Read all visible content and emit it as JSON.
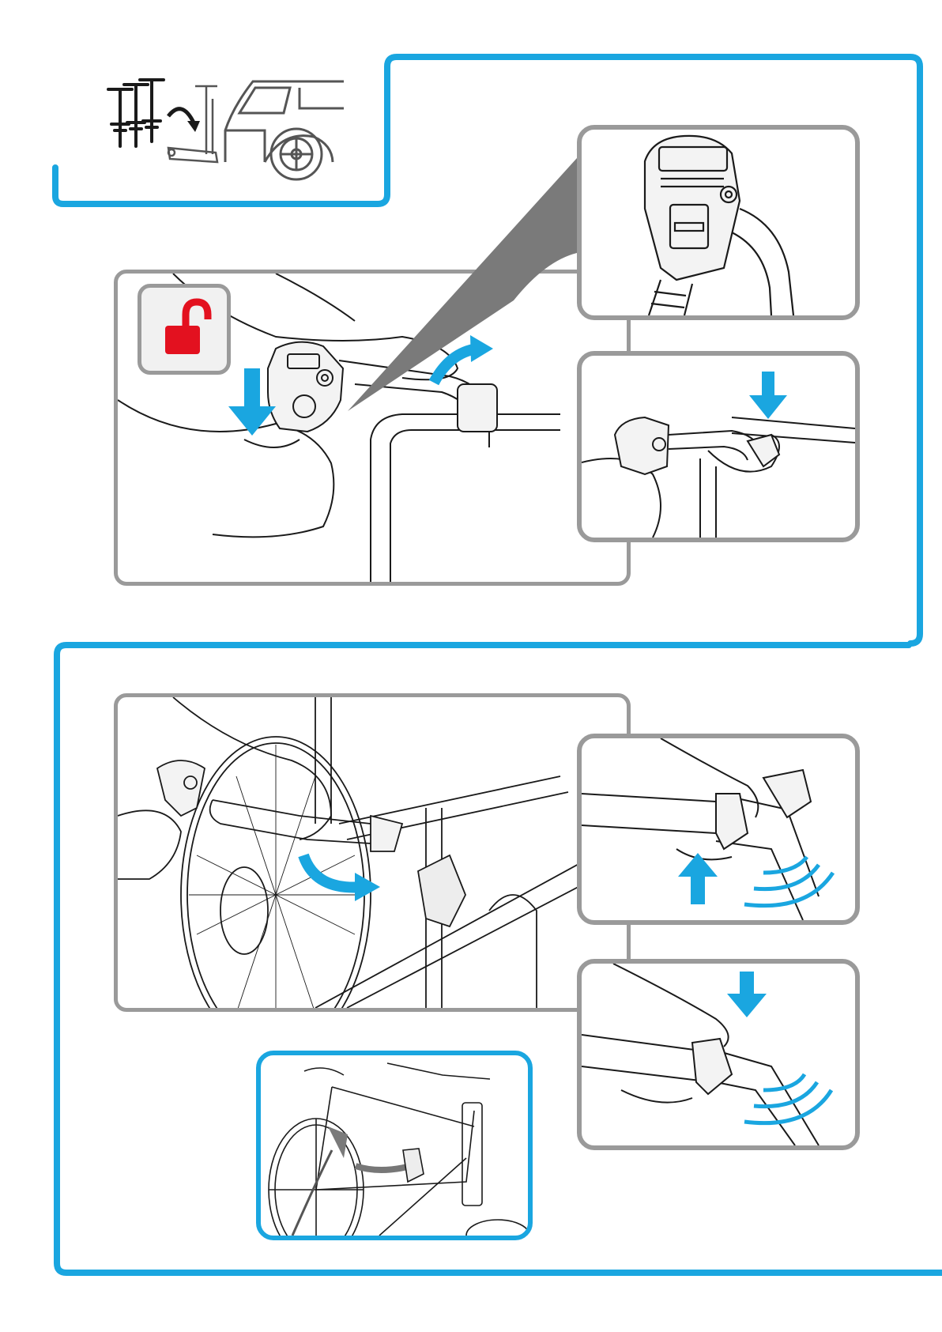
{
  "page": {
    "title": "",
    "steps": [
      {
        "label": "",
        "panels": [
          "unlock-cradle-strap",
          "detail-cradle-top",
          "press-down-arm"
        ]
      },
      {
        "label": "",
        "panels": [
          "mount-bike-frame",
          "click-arm-up",
          "click-arm-down",
          "mounted-bike-result"
        ]
      }
    ]
  },
  "icons": {
    "lock_state": "unlock-icon",
    "direction_arrows": "arrow-icon",
    "sound_waves": "click-sound-icon",
    "rack_to_car": "rack-to-car-icon"
  },
  "colors": {
    "accent_blue": "#1aa6e0",
    "frame_grey": "#9a9a9a",
    "lock_red": "#e3111f",
    "line_black": "#1a1a1a",
    "shade": "#7a7a7a"
  }
}
